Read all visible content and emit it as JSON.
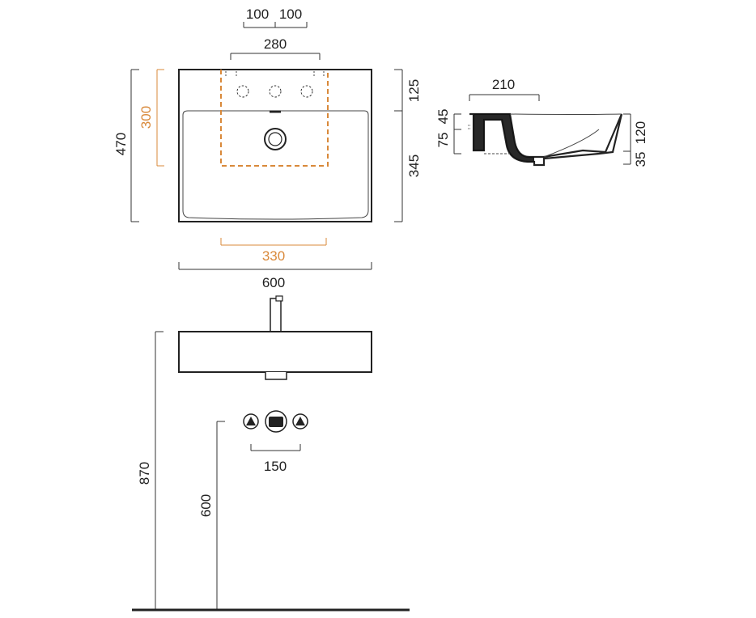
{
  "colors": {
    "line": "#222222",
    "accent": "#d9893a",
    "text": "#222222",
    "background": "#ffffff"
  },
  "top_view": {
    "dim_tap_spacing_left": "100",
    "dim_tap_spacing_right": "100",
    "dim_tap_zone_width": "280",
    "dim_overall_depth": "470",
    "dim_tap_zone_depth": "300",
    "dim_deck_depth": "125",
    "dim_bowl_depth": "345",
    "dim_bowl_width": "330",
    "dim_overall_width": "600"
  },
  "side_section": {
    "dim_bowl_offset": "210",
    "dim_rim_height": "45",
    "dim_side_height": "75",
    "dim_total_height": "120",
    "dim_waste_height": "35"
  },
  "front_view": {
    "dim_counter_height": "870",
    "dim_supply_height": "600",
    "dim_supply_spacing": "150"
  }
}
